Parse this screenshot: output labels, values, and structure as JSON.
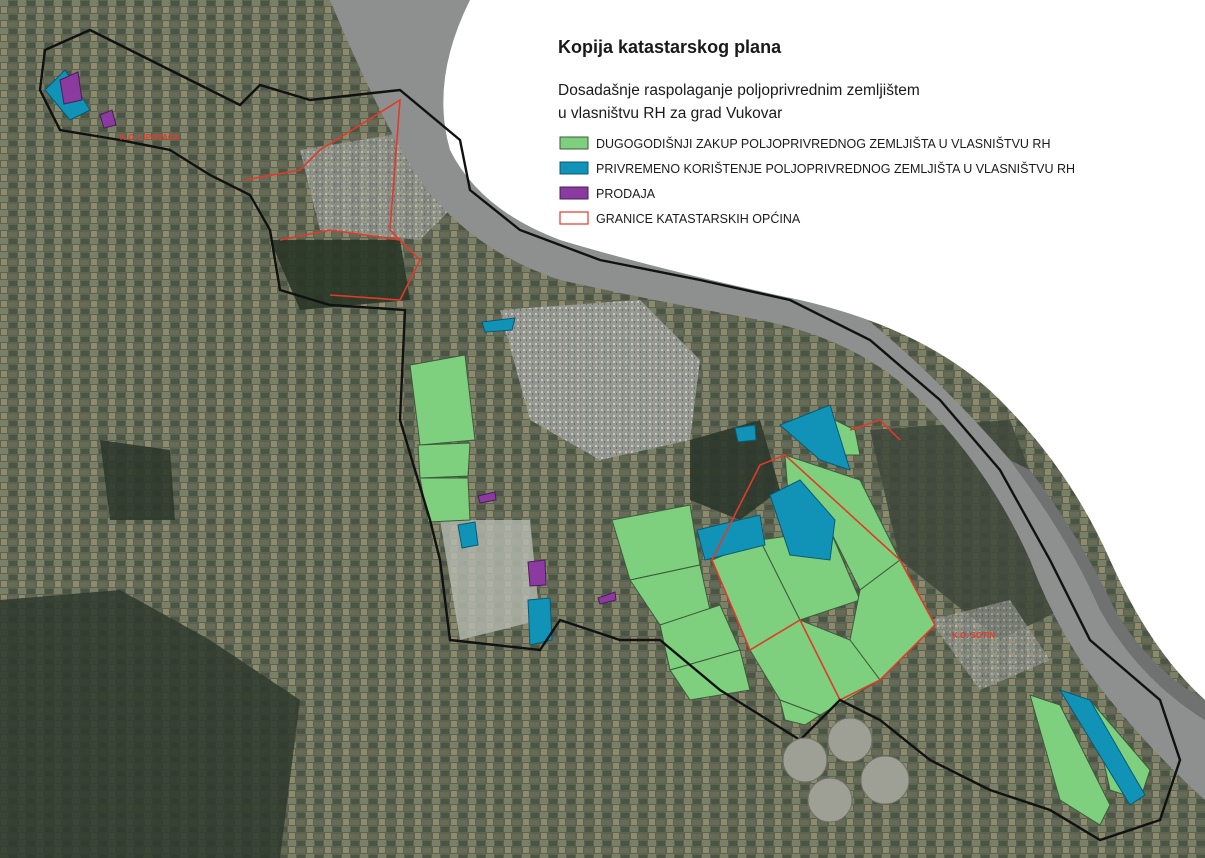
{
  "title": "Kopija katastarskog plana",
  "subtitle_line1": "Dosadašnje raspolaganje poljoprivrednim zemljištem",
  "subtitle_line2": "u vlasništvu RH za grad Vukovar",
  "colors": {
    "lease": "#7ed07e",
    "temporary": "#1193b8",
    "sale": "#8b3aa0",
    "boundary": "#e23a2a",
    "city_border": "#111111",
    "river": "#8d908f",
    "land": "#5f6650",
    "paper": "#ffffff"
  },
  "legend": [
    {
      "key": "lease",
      "label": "DUGOGODIŠNJI ZAKUP POLJOPRIVREDNOG ZEMLJIŠTA U VLASNIŠTVU RH",
      "color": "#7ed07e"
    },
    {
      "key": "temporary",
      "label": "PRIVREMENO KORIŠTENJE POLJOPRIVREDNOG ZEMLJIŠTA U VLASNIŠTVU RH",
      "color": "#1193b8"
    },
    {
      "key": "sale",
      "label": "PRODAJA",
      "color": "#8b3aa0"
    },
    {
      "key": "boundary",
      "label": "GRANICE KATASTARSKIH OPĆINA",
      "color": "#ffffff"
    }
  ],
  "cadastral_labels": {
    "lipovaca": "K.O. LIPOVAČA",
    "sotin": "K.O. SOTIN"
  },
  "icons": {
    "legend_swatch": "square-swatch-icon"
  }
}
